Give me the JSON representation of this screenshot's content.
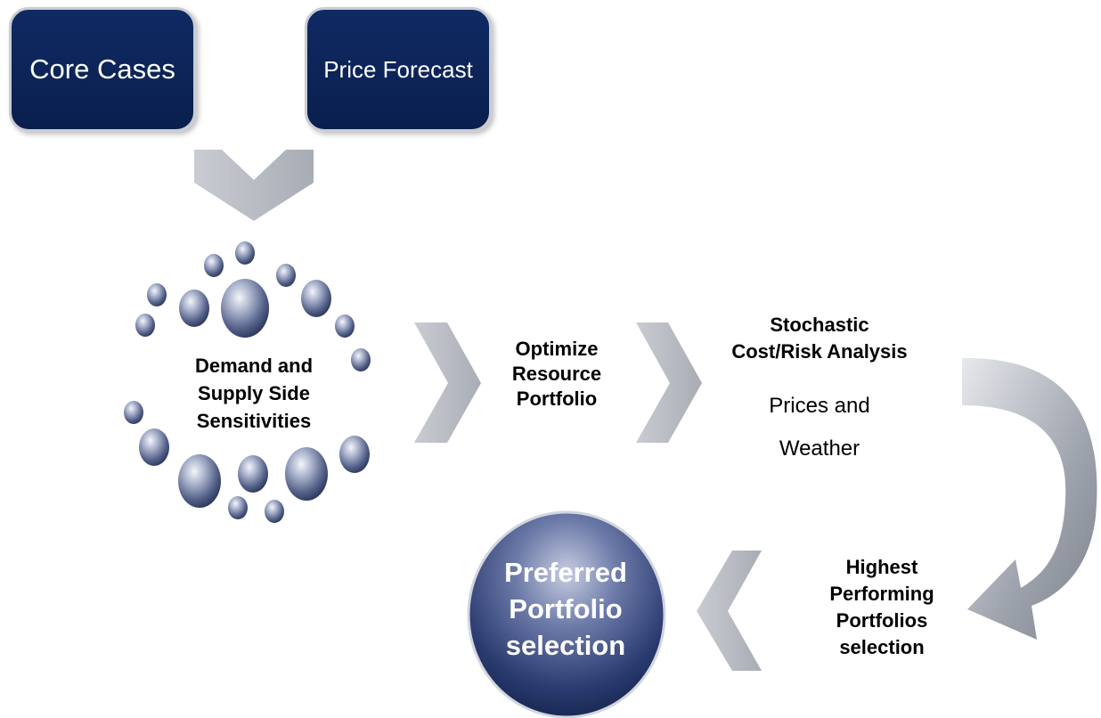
{
  "boxes": {
    "core_cases": "Core Cases",
    "price_forecast": "Price Forecast"
  },
  "steps": {
    "demand": [
      "Demand and",
      "Supply Side",
      "Sensitivities"
    ],
    "optimize": [
      "Optimize",
      "Resource",
      "Portfolio"
    ],
    "stochastic": [
      "Stochastic",
      "Cost/Risk Analysis"
    ],
    "prices_weather": [
      "Prices and",
      "Weather"
    ],
    "highest": [
      "Highest",
      "Performing",
      "Portfolios",
      "selection"
    ],
    "preferred": [
      "Preferred",
      "Portfolio",
      "selection"
    ]
  },
  "colors": {
    "box_fill": "#0f2a63",
    "chevron": "#b4b8c0",
    "bubble": "#6d7a9e",
    "circle": "#2c3f74"
  },
  "icons": {
    "down_chevron": "chevron-down-icon",
    "right_chevron": "chevron-right-icon",
    "left_chevron": "chevron-left-icon",
    "curved_arrow": "curved-arrow-icon"
  }
}
